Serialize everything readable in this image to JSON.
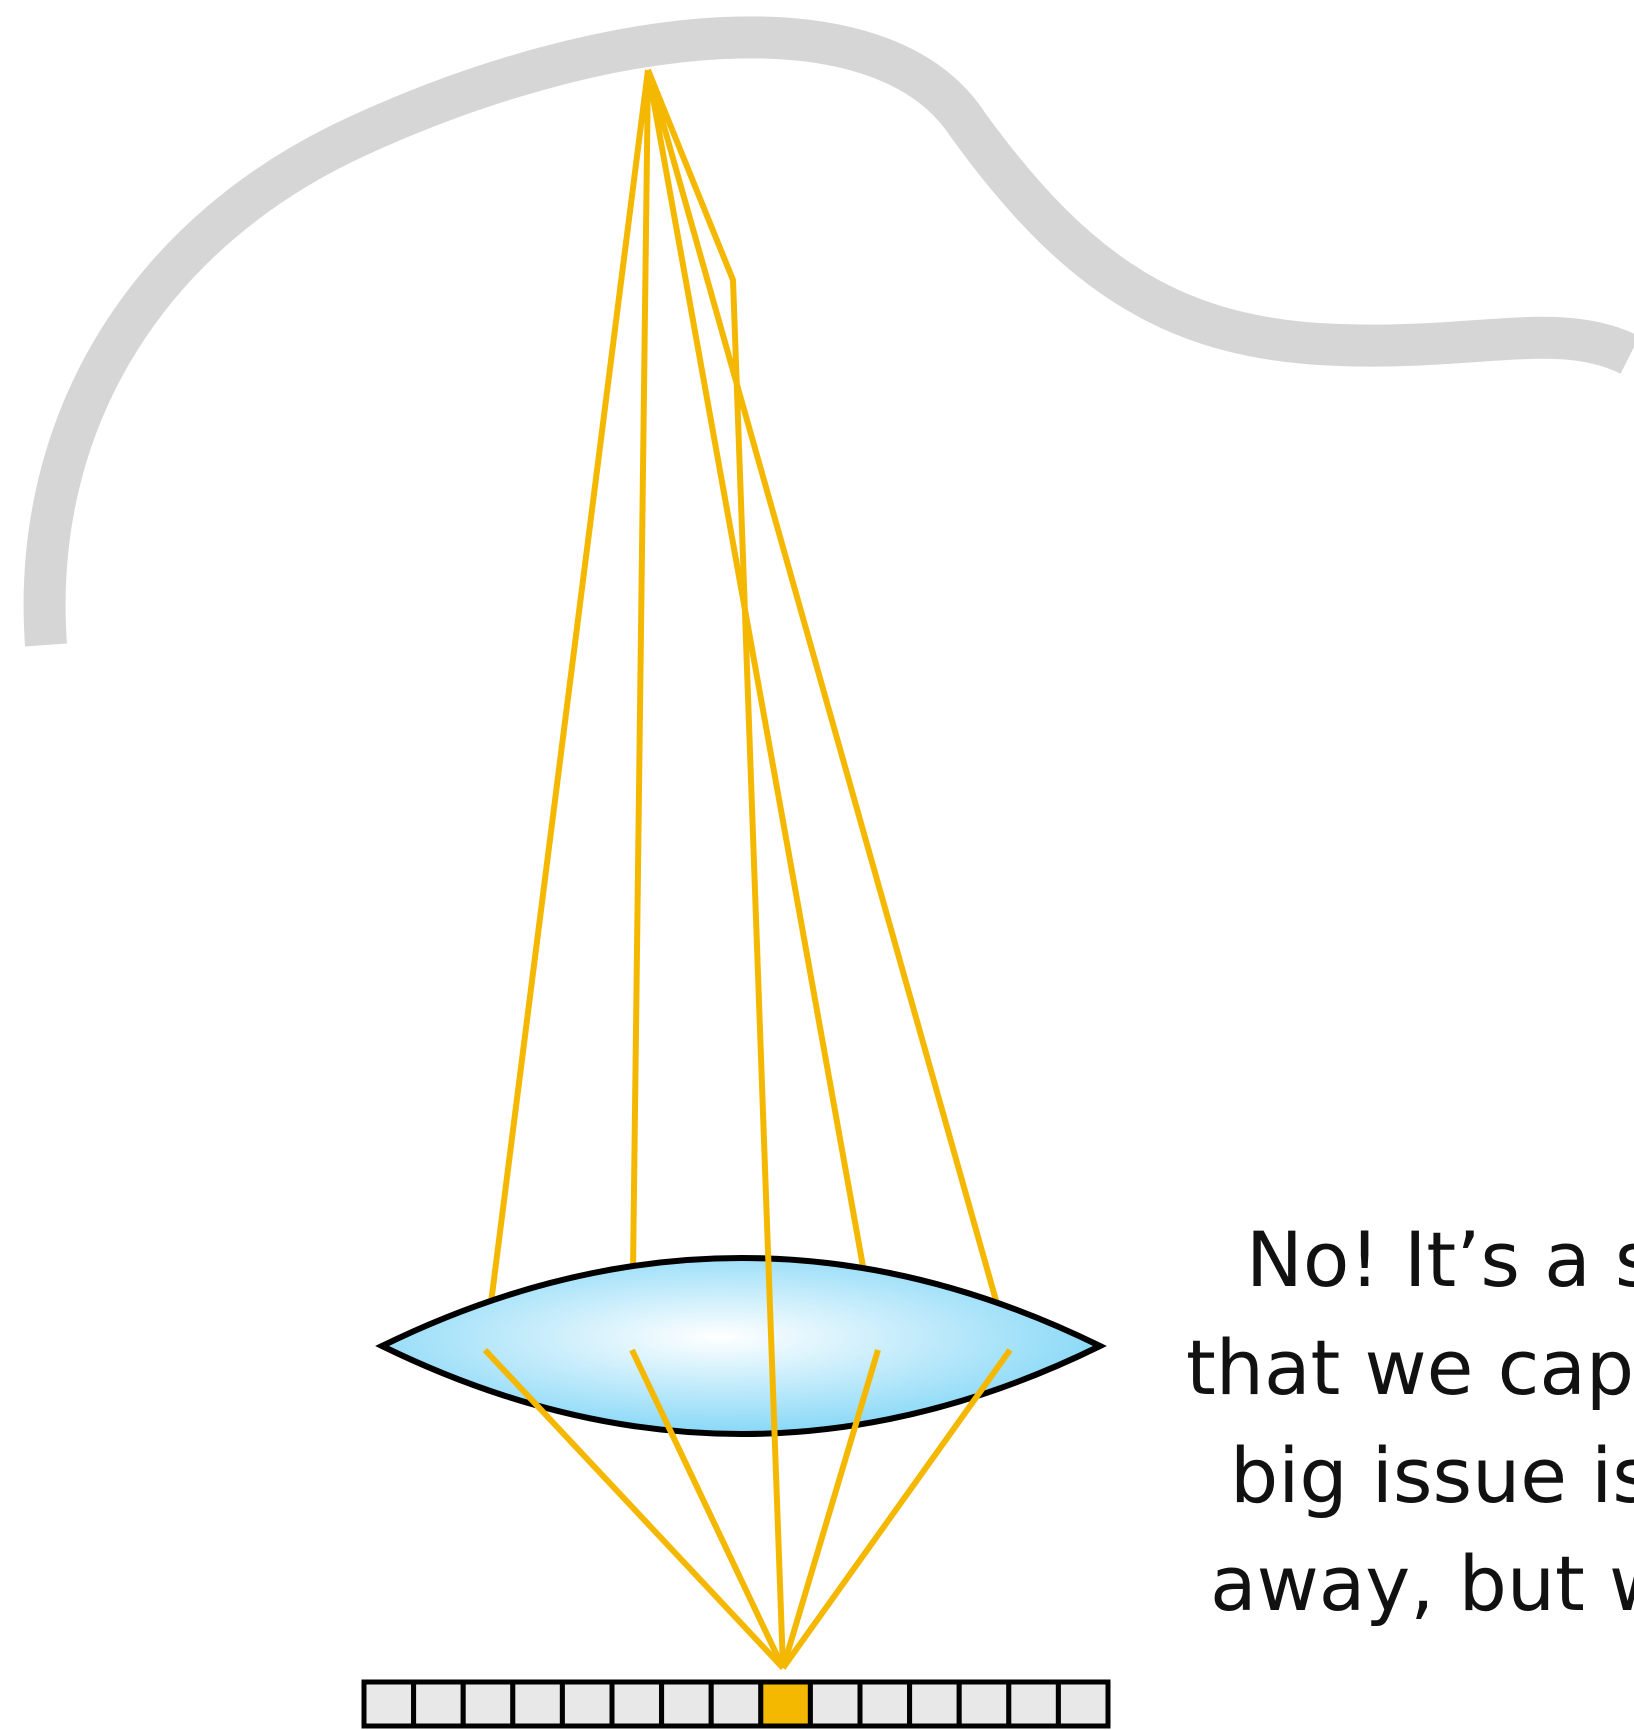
{
  "caption": {
    "lines": [
      "No! It’s a s",
      "that we cap",
      "big issue is",
      "away, but w"
    ]
  },
  "colors": {
    "surface": "#d6d6d6",
    "ray": "#f5b800",
    "lens_edge": "#000000",
    "lens_center": "#ffffff",
    "lens_rim": "#87d8f7",
    "sensor_cell": "#e8e8e8",
    "sensor_active_cell": "#f5b800"
  },
  "sensor": {
    "cell_count": 15,
    "active_cell_index": 8
  }
}
